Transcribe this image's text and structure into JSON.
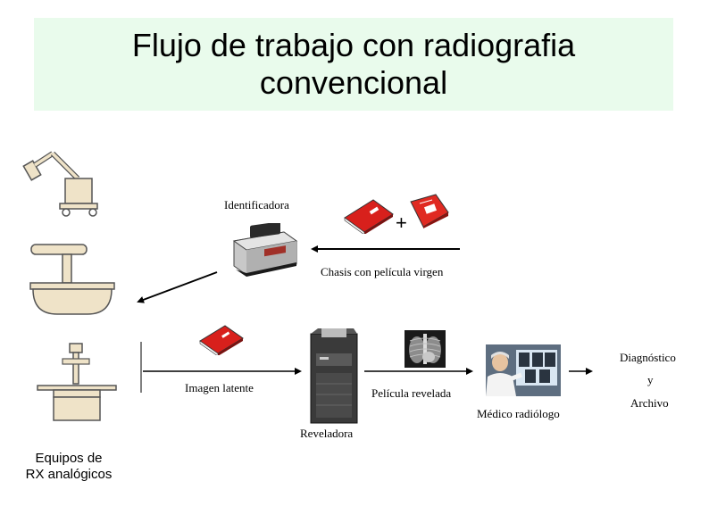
{
  "title": {
    "line1": "Flujo de trabajo con radiografia",
    "line2": "convencional"
  },
  "labels": {
    "identificadora": "Identificadora",
    "plus": "+",
    "chasis": "Chasis con película virgen",
    "imagen_latente": "Imagen latente",
    "pelicula_revelada": "Película revelada",
    "reveladora": "Reveladora",
    "medico": "Médico radiólogo",
    "diagnostico": "Diagnóstico",
    "y": "y",
    "archivo": "Archivo",
    "equipos_line1": "Equipos de",
    "equipos_line2": "RX analógicos"
  },
  "icons": [
    "mobile-xray-unit-icon",
    "ceiling-xray-unit-icon",
    "xray-table-unit-icon",
    "identifier-printer-icon",
    "cassette-icon",
    "film-box-icon",
    "film-processor-icon",
    "chest-xray-film-icon",
    "radiologist-viewing-icon"
  ],
  "colors": {
    "title_bg": "#e9fbec",
    "cassette_red": "#d8201c",
    "arrow": "#000000"
  }
}
